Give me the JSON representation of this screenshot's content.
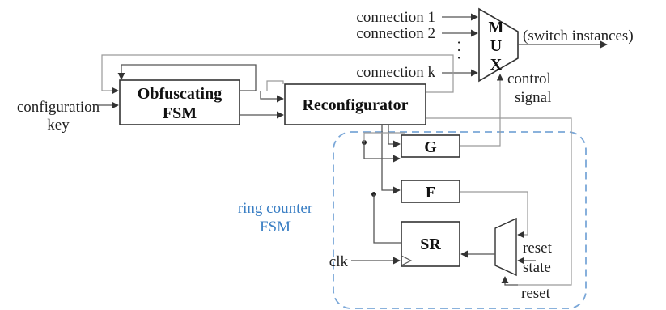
{
  "diagram": {
    "inputs": {
      "connection_1": "connection 1",
      "connection_2": "connection 2",
      "dots": ". . .",
      "connection_k": "connection k",
      "config_key_line1": "configuration",
      "config_key_line2": "key",
      "clk": "clk"
    },
    "blocks": {
      "obf_line1": "Obfuscating",
      "obf_line2": "FSM",
      "reconfigurator": "Reconfigurator",
      "g": "G",
      "f": "F",
      "sr": "SR"
    },
    "mux": {
      "m": "M",
      "u": "U",
      "x": "X",
      "output": "(switch instances)",
      "control_line1": "control",
      "control_line2": "signal"
    },
    "ring_counter": {
      "line1": "ring counter",
      "line2": "FSM"
    },
    "small_mux": {
      "reset_state_line1": "reset",
      "reset_state_line2": "state",
      "reset": "reset"
    },
    "colors": {
      "group_border": "#7aa7d8",
      "group_label": "#3b7fc4"
    }
  }
}
